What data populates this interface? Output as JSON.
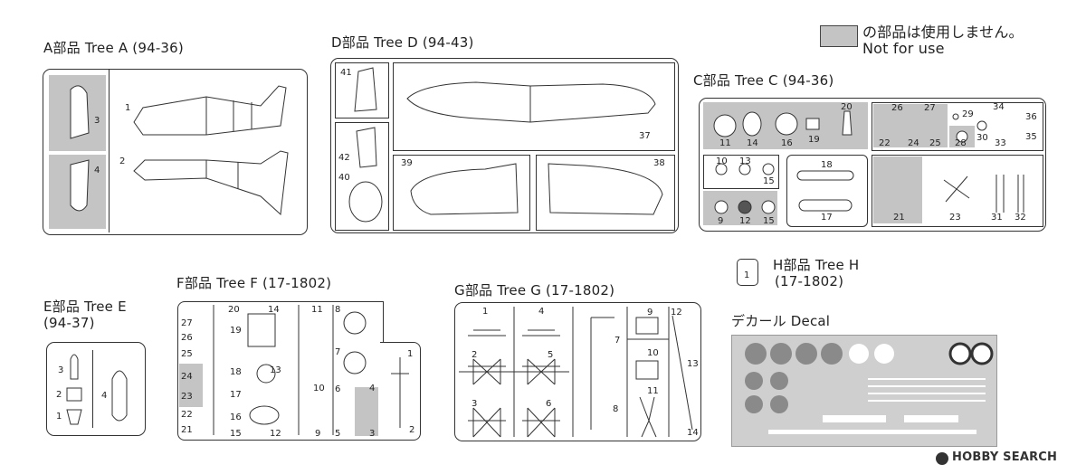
{
  "legend": {
    "line1": "の部品は使用しません。",
    "line2": "Not for use"
  },
  "trees": {
    "a": {
      "title": "A部品 Tree A (94-36)",
      "parts": [
        "3",
        "4",
        "1",
        "2"
      ]
    },
    "d": {
      "title": "D部品 Tree D (94-43)",
      "parts": [
        "41",
        "42",
        "40",
        "39",
        "38",
        "37"
      ]
    },
    "c": {
      "title": "C部品 Tree C (94-36)",
      "parts": [
        "11",
        "14",
        "16",
        "19",
        "20",
        "26",
        "27",
        "29",
        "34",
        "36",
        "22",
        "24",
        "25",
        "28",
        "30",
        "33",
        "35",
        "10",
        "13",
        "15",
        "18",
        "9",
        "12",
        "15",
        "17",
        "21",
        "23",
        "31",
        "32"
      ]
    },
    "e": {
      "title_line1": "E部品 Tree E",
      "title_line2": "(94-37)",
      "parts": [
        "3",
        "2",
        "1",
        "4"
      ]
    },
    "f": {
      "title": "F部品 Tree F (17-1802)",
      "parts": [
        "20",
        "27",
        "19",
        "26",
        "25",
        "18",
        "24",
        "23",
        "17",
        "22",
        "16",
        "21",
        "15",
        "14",
        "13",
        "12",
        "11",
        "10",
        "9",
        "8",
        "7",
        "6",
        "5",
        "4",
        "3",
        "1",
        "2"
      ]
    },
    "g": {
      "title": "G部品 Tree G (17-1802)",
      "parts": [
        "1",
        "4",
        "9",
        "12",
        "2",
        "5",
        "7",
        "10",
        "13",
        "3",
        "6",
        "8",
        "11",
        "14"
      ]
    },
    "h": {
      "title_line1": "H部品 Tree H",
      "title_line2": "(17-1802)",
      "part": "1"
    }
  },
  "decal": {
    "title": "デカール Decal"
  },
  "watermark": "HOBBY SEARCH"
}
